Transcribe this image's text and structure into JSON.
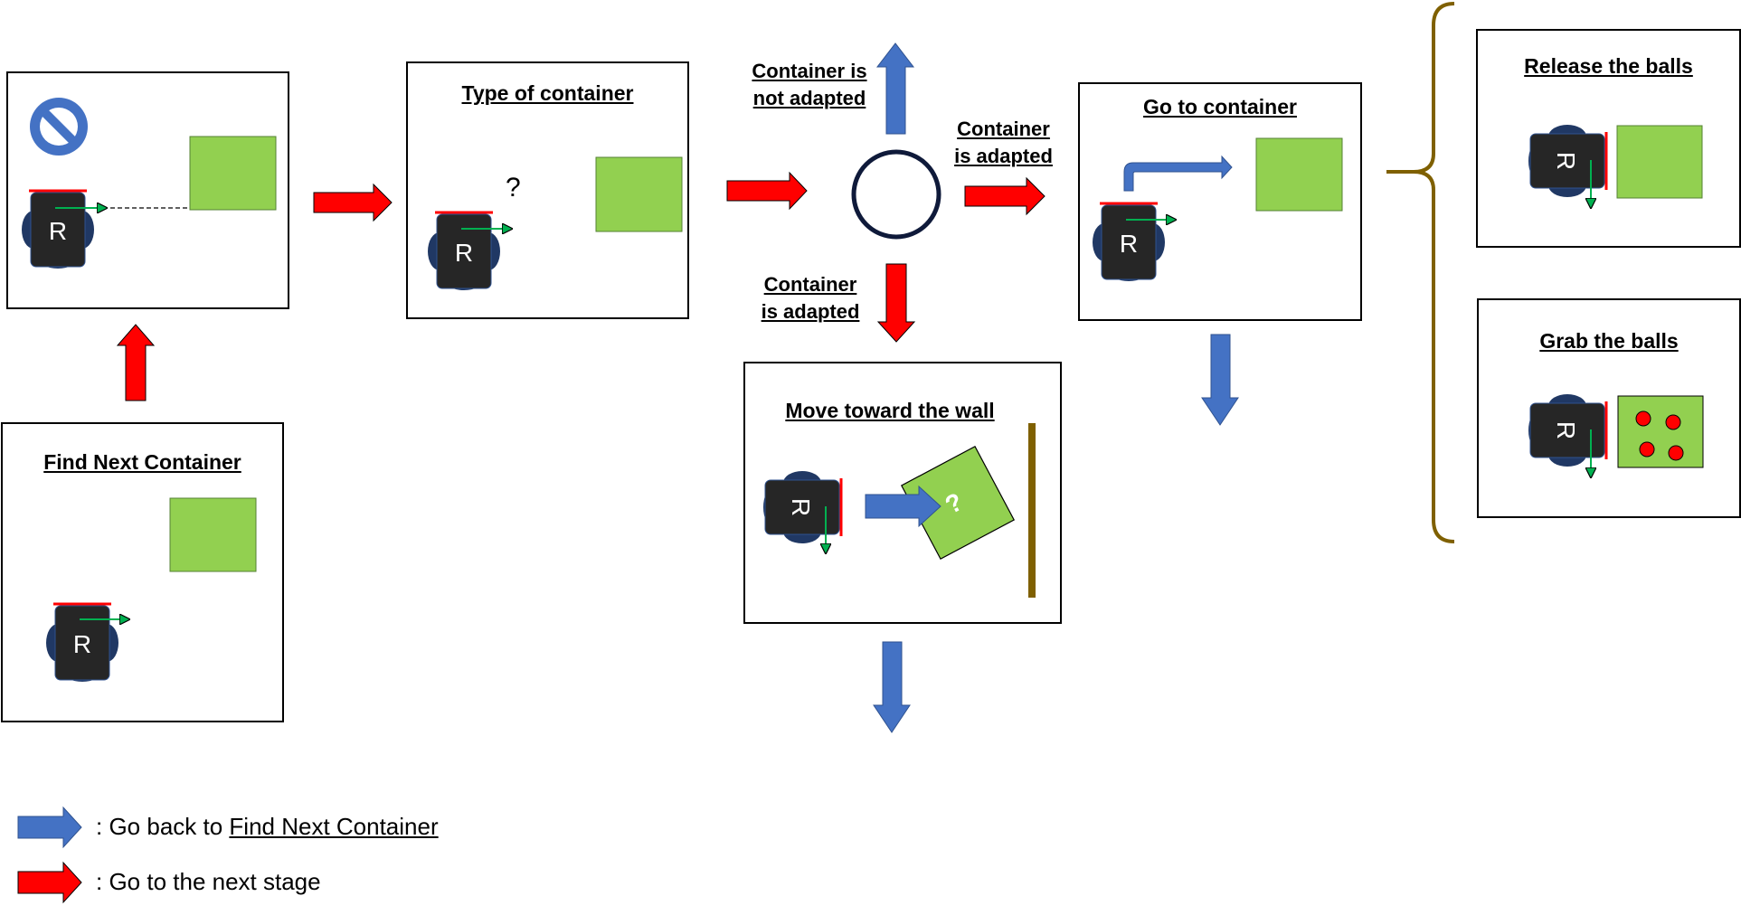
{
  "panels": {
    "find_next": {
      "title": "Find Next Container"
    },
    "type": {
      "title": "Type of container"
    },
    "move_wall": {
      "title": "Move toward the wall"
    },
    "go_to": {
      "title": "Go to container"
    },
    "release": {
      "title": "Release the balls"
    },
    "grab": {
      "title": "Grab the balls"
    }
  },
  "robot_letter": "R",
  "question_mark": "?",
  "decision": {
    "not_adapted_top": "Container is not adapted",
    "adapted_right": "Container is adapted",
    "adapted_bottom": "Container is adapted"
  },
  "legend": {
    "blue_prefix": ": Go back to ",
    "blue_link": "Find Next Container",
    "red_text": ": Go to the next stage"
  },
  "colors": {
    "red_arrow": "#ff0000",
    "blue_arrow": "#4472c4",
    "green_container": "#92d050",
    "robot_body": "#262626",
    "robot_wheels": "#203864",
    "wall": "#7f6000",
    "green_line": "#00b050"
  },
  "icons": [
    "prohibited-icon",
    "robot-icon",
    "container-icon",
    "decision-circle"
  ]
}
